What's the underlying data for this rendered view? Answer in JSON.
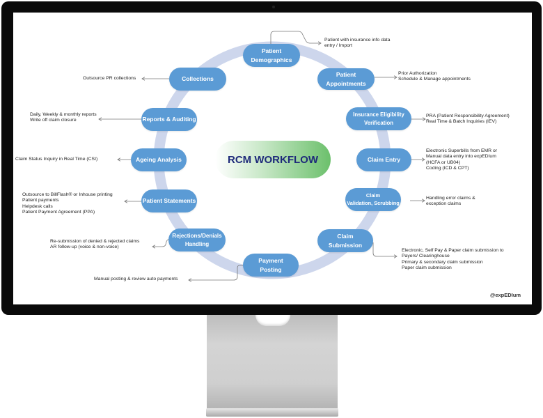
{
  "diagram": {
    "title": "RCM WORKFLOW",
    "watermark": "@expEDIum",
    "colors": {
      "node": "#5b9bd5",
      "ring": "#cdd6ec",
      "title_text": "#1e2a7a",
      "title_gradient_end": "#6cc06c"
    },
    "nodes": [
      {
        "id": "patient-demographics",
        "label": "Patient\nDemographics",
        "note": "Patient with insurance info data\nentry / Import"
      },
      {
        "id": "patient-appointments",
        "label": "Patient\nAppointments",
        "note": "Prior Authorization\nSchedule & Manage appointments"
      },
      {
        "id": "insurance-eligibility",
        "label": "Insurance Eligibility\nVerification",
        "note": "PRA (Patient Responsibility Agreement)\nReal Time & Batch Inquiries (IEV)"
      },
      {
        "id": "claim-entry",
        "label": "Claim Entry",
        "note": "Electronic Superbills from EMR or\nManual data entry into expEDIum\n(HCFA or UB04)\nCoding (ICD & CPT)"
      },
      {
        "id": "claim-validation",
        "label": "Claim\nValidation, Scrubbing",
        "note": "Handling error claims &\nexception claims"
      },
      {
        "id": "claim-submission",
        "label": "Claim\nSubmission",
        "note": "Electronic, Self Pay & Paper claim submission to\nPayers/ Clearinghouse\nPrimary & secondary claim submission\nPaper claim submission"
      },
      {
        "id": "payment-posting",
        "label": "Payment\nPosting",
        "note": "Manual posting & review auto payments"
      },
      {
        "id": "rejections-denials",
        "label": "Rejections/Denials\nHandling",
        "note": "Re-submission of denied & rejected claims\nAR follow-up (voice & non-voice)"
      },
      {
        "id": "patient-statements",
        "label": "Patient Statements",
        "note": "Outsource to BillFlash® or Inhouse printing\nPatient payments\nHelpdesk calls\nPatient Payment Agreement (PPA)"
      },
      {
        "id": "ageing-analysis",
        "label": "Ageing Analysis",
        "note": "Claim Status Inquiry in Real Time (CSI)"
      },
      {
        "id": "reports-auditing",
        "label": "Reports & Auditing",
        "note": "Daily, Weekly & monthly reports\nWrite off claim closure"
      },
      {
        "id": "collections",
        "label": "Collections",
        "note": "Outsource PR collections"
      }
    ]
  }
}
